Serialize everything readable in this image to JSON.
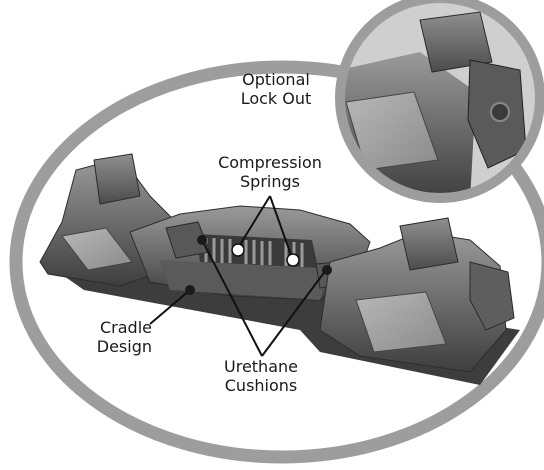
{
  "labels": {
    "lock_out": {
      "line1": "Optional",
      "line2": "Lock Out"
    },
    "compression_springs": {
      "line1": "Compression",
      "line2": "Springs"
    },
    "cradle_design": {
      "line1": "Cradle",
      "line2": "Design"
    },
    "urethane_cushions": {
      "line1": "Urethane",
      "line2": "Cushions"
    }
  },
  "colors": {
    "ring": "#9d9d9d",
    "metal_dark": "#4a4a4a",
    "metal_mid": "#7c7c7c",
    "metal_light": "#a9a9a9",
    "leader": "#111111"
  }
}
